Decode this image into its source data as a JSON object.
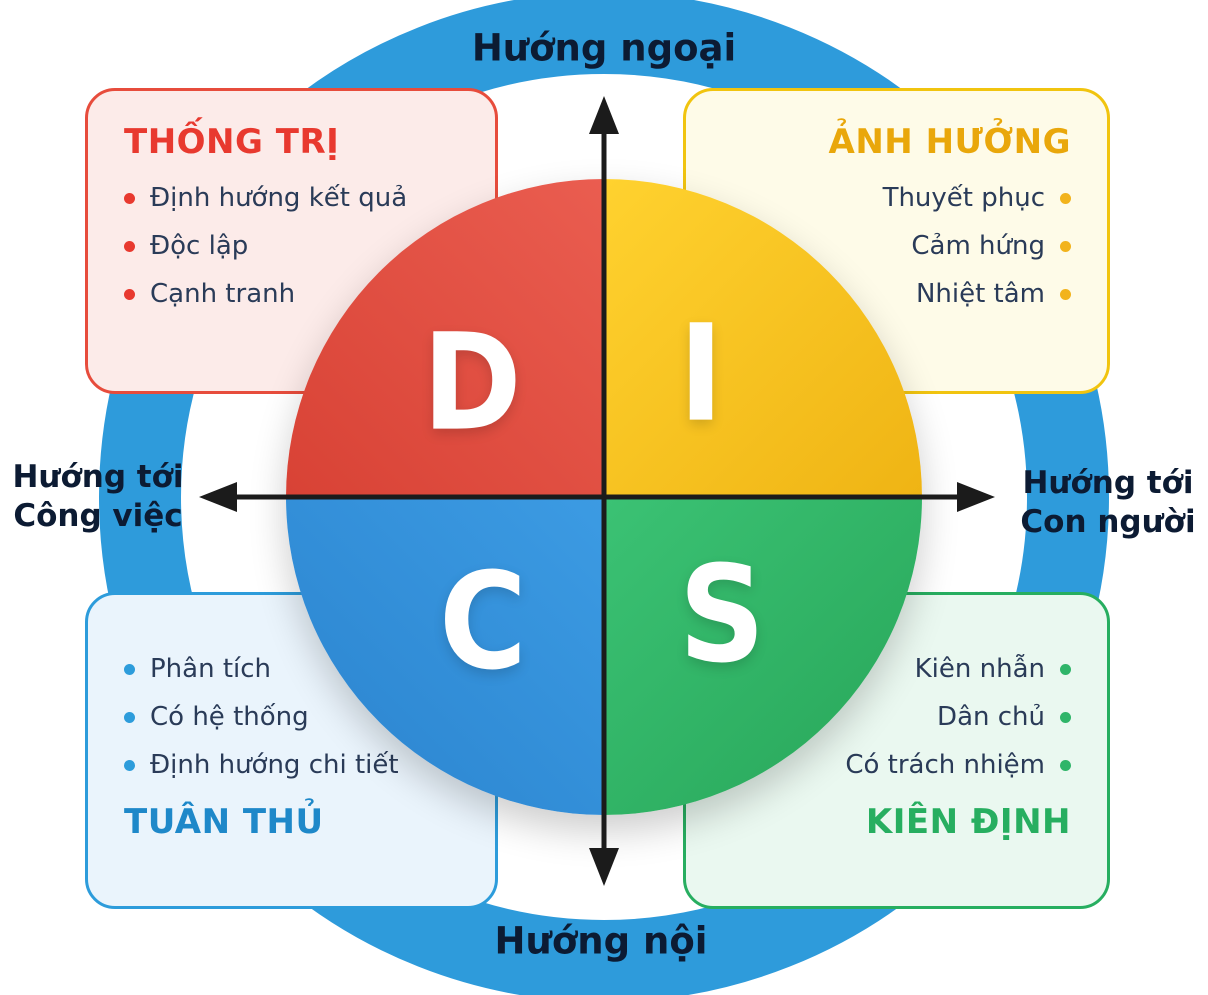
{
  "title": "DISC personality model diagram",
  "axes": {
    "top": "Hướng ngoại",
    "bottom": "Hướng nội",
    "left": [
      "Hướng tới",
      "Công việc"
    ],
    "right": [
      "Hướng tới",
      "Con người"
    ]
  },
  "quadrants": {
    "d": {
      "letter": "D",
      "title": "THỐNG TRỊ",
      "bullets": [
        "Định hướng kết quả",
        "Độc lập",
        "Cạnh tranh"
      ]
    },
    "i": {
      "letter": "I",
      "title": "ẢNH HƯỞNG",
      "bullets": [
        "Thuyết phục",
        "Cảm hứng",
        "Nhiệt tâm"
      ]
    },
    "c": {
      "letter": "C",
      "title": "TUÂN THỦ",
      "bullets": [
        "Phân tích",
        "Có hệ thống",
        "Định hướng chi tiết"
      ]
    },
    "s": {
      "letter": "S",
      "title": "KIÊN ĐỊNH",
      "bullets": [
        "Kiên nhẫn",
        "Dân chủ",
        "Có trách nhiệm"
      ]
    }
  },
  "colors": {
    "ring": "#2E9BDB",
    "axis": "#1B1B1B",
    "axis_label": "#0C1B33",
    "bullet_text": "#2A3B58",
    "letter": "#FFFFFF",
    "d_fill": "#E0483C",
    "i_fill": "#F6C31C",
    "c_fill": "#3093DC",
    "s_fill": "#2EB567",
    "d_accent": "#E8392F",
    "i_accent": "#E9A70B",
    "c_accent": "#1E88C9",
    "s_accent": "#27AE60"
  }
}
